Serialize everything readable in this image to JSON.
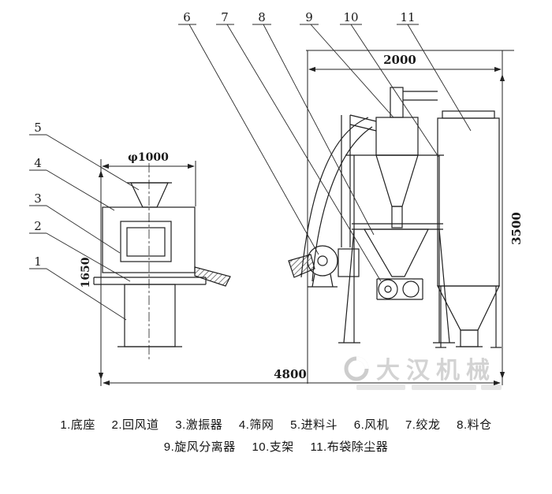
{
  "callouts": {
    "top": [
      "6",
      "7",
      "8",
      "9",
      "10",
      "11"
    ],
    "left": [
      "5",
      "4",
      "3",
      "2",
      "1"
    ]
  },
  "dimensions": {
    "screen_diameter": "φ1000",
    "left_height": "1650",
    "top_width": "2000",
    "right_height": "3500",
    "overall_width": "4800"
  },
  "legend": {
    "line1": [
      "1.底座",
      "2.回风道",
      "3.激振器",
      "4.筛网",
      "5.进料斗",
      "6.风机",
      "7.绞龙",
      "8.料仓"
    ],
    "line2": [
      "9.旋风分离器",
      "10.支架",
      "11.布袋除尘器"
    ]
  },
  "watermark": {
    "brand": "大汉机械"
  }
}
